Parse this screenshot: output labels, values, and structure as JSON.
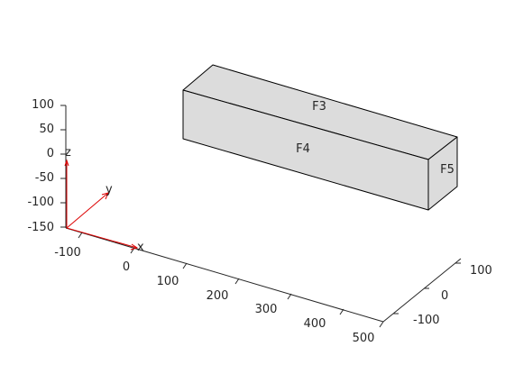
{
  "figure": {
    "background": "#ffffff",
    "face_color": "#dcdcdc",
    "edge_color": "#000000",
    "axis_color": "#262626",
    "triad_color": "#dd0000"
  },
  "axes": {
    "z_ticks": [
      "100",
      "50",
      "0",
      "-50",
      "-100",
      "-150"
    ],
    "x_ticks": [
      "-100",
      "0",
      "100",
      "200",
      "300",
      "400",
      "500"
    ],
    "y_ticks": [
      "100",
      "0",
      "-100"
    ]
  },
  "triad": {
    "x_label": "x",
    "y_label": "y",
    "z_label": "z"
  },
  "faces": [
    {
      "id": "F3",
      "label": "F3"
    },
    {
      "id": "F4",
      "label": "F4"
    },
    {
      "id": "F5",
      "label": "F5"
    }
  ]
}
